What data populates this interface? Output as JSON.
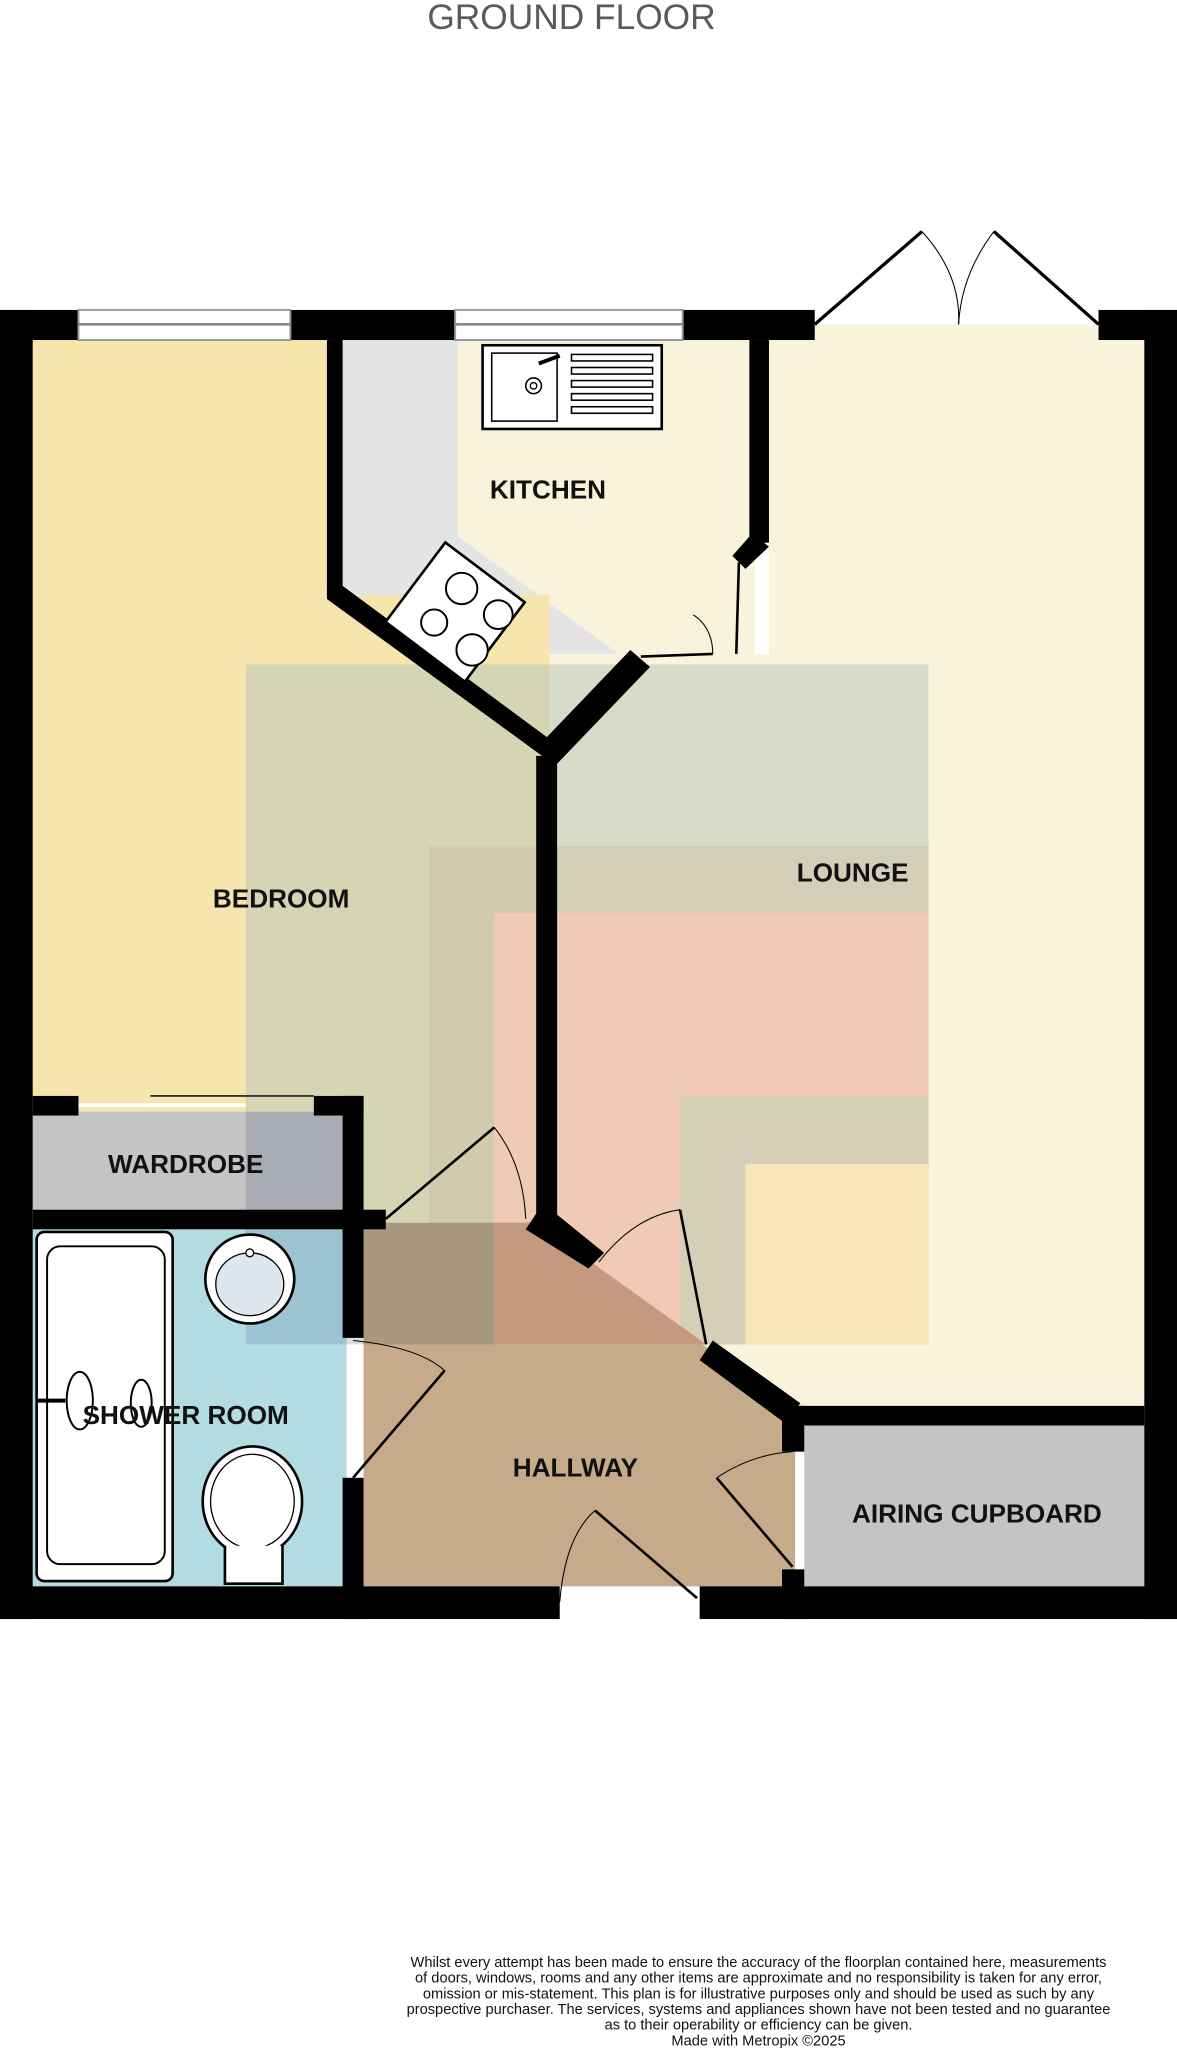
{
  "title": "GROUND FLOOR",
  "rooms": {
    "kitchen": "KITCHEN",
    "lounge": "LOUNGE",
    "bedroom": "BEDROOM",
    "wardrobe": "WARDROBE",
    "shower_room": "SHOWER ROOM",
    "hallway": "HALLWAY",
    "airing_cupboard": "AIRING CUPBOARD"
  },
  "colors": {
    "bedroom": "#f7e5ae",
    "kitchen": "#faf3dc",
    "lounge": "#faf4dc",
    "wardrobe": "#c4c4c4",
    "shower_room": "#b3dbe2",
    "hallway": "#c5ab8a",
    "airing_cupboard": "#c4c4c4"
  },
  "disclaimer": {
    "lines": [
      "Whilst every attempt has been made to ensure the accuracy of the floorplan contained here, measurements",
      "of doors, windows, rooms and any other items are approximate and no responsibility is taken for any error,",
      "omission or mis-statement. This plan is for illustrative purposes only and should be used as such by any",
      "prospective purchaser. The services, systems and appliances shown have not been tested and no guarantee",
      "as to their operability or efficiency can be given."
    ],
    "credit": "Made with Metropix ©2025"
  }
}
